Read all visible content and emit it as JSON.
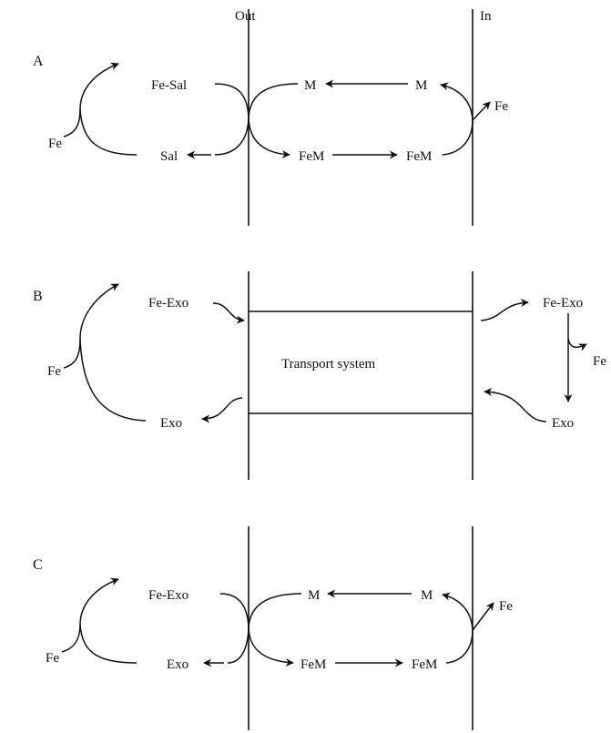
{
  "membrane": {
    "out": "Out",
    "in": "In"
  },
  "panel_a": {
    "letter": "A",
    "fe_left": "Fe",
    "fe_sal": "Fe-Sal",
    "sal": "Sal",
    "m_out": "M",
    "m_in": "M",
    "fem_out": "FeM",
    "fem_in": "FeM",
    "fe_right": "Fe"
  },
  "panel_b": {
    "letter": "B",
    "fe_left": "Fe",
    "fe_exo_out": "Fe-Exo",
    "exo_out": "Exo",
    "transport": "Transport system",
    "fe_exo_in": "Fe-Exo",
    "exo_in": "Exo",
    "fe_right": "Fe"
  },
  "panel_c": {
    "letter": "C",
    "fe_left": "Fe",
    "fe_exo": "Fe-Exo",
    "exo": "Exo",
    "m_out": "M",
    "m_in": "M",
    "fem_out": "FeM",
    "fem_in": "FeM",
    "fe_right": "Fe"
  }
}
